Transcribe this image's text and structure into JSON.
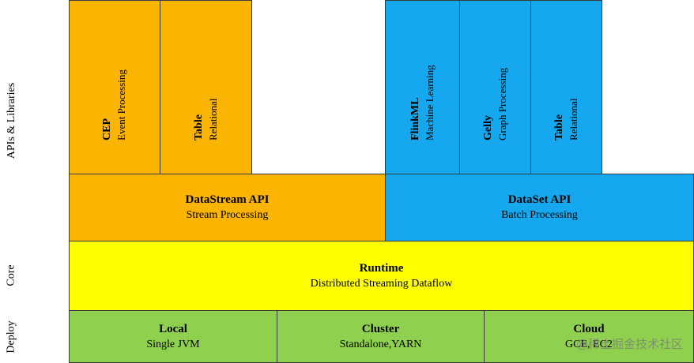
{
  "layers": {
    "apis": "APIs & Libraries",
    "core": "Core",
    "deploy": "Deploy"
  },
  "libraries": {
    "cep": {
      "title": "CEP",
      "subtitle": "Event Processing"
    },
    "table_stream": {
      "title": "Table",
      "subtitle": "Relational"
    },
    "flinkml": {
      "title": "FlinkML",
      "subtitle": "Machine Learning"
    },
    "gelly": {
      "title": "Gelly",
      "subtitle": "Graph Processing"
    },
    "table_batch": {
      "title": "Table",
      "subtitle": "Relational"
    }
  },
  "apis": {
    "datastream": {
      "title": "DataStream API",
      "subtitle": "Stream Processing"
    },
    "dataset": {
      "title": "DataSet API",
      "subtitle": "Batch Processing"
    }
  },
  "runtime": {
    "title": "Runtime",
    "subtitle": "Distributed Streaming Dataflow"
  },
  "deploy": {
    "local": {
      "title": "Local",
      "subtitle": "Single JVM"
    },
    "cluster": {
      "title": "Cluster",
      "subtitle": "Standalone,YARN"
    },
    "cloud": {
      "title": "Cloud",
      "subtitle": "GCE, EC2"
    }
  },
  "watermark": "@稀土掘金技术社区",
  "colors": {
    "orange": "#fbb400",
    "blue": "#15a8ee",
    "yellow": "#ffff00",
    "green": "#8fd14f"
  }
}
